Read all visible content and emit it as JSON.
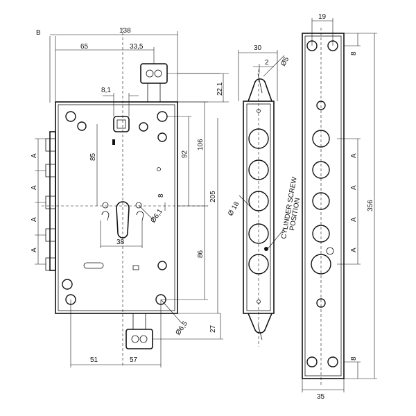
{
  "labels": {
    "b": "B",
    "w138": "138",
    "w65": "65",
    "w33_5": "33,5",
    "w8_1": "8,1",
    "h22_1": "22,1",
    "h106": "106",
    "h92": "92",
    "h85": "85",
    "h8": "8",
    "h205": "205",
    "h86": "86",
    "h27": "27",
    "w38": "38",
    "d6_1": "Ø6,1",
    "d6_5": "Ø6,5",
    "w51": "51",
    "w57": "57",
    "a1": "A",
    "a2": "A",
    "a3": "A",
    "a4": "A",
    "w30": "30",
    "w2": "2",
    "d5": "Ø5",
    "d18": "Ø 18",
    "note_line1": "CYLINDER SCREW",
    "note_line2": "POSITION",
    "w19": "19",
    "h8_top": "8",
    "ra1": "A",
    "ra2": "A",
    "ra3": "A",
    "ra4": "A",
    "h356": "356",
    "h8_bottom": "8",
    "w35": "35"
  }
}
